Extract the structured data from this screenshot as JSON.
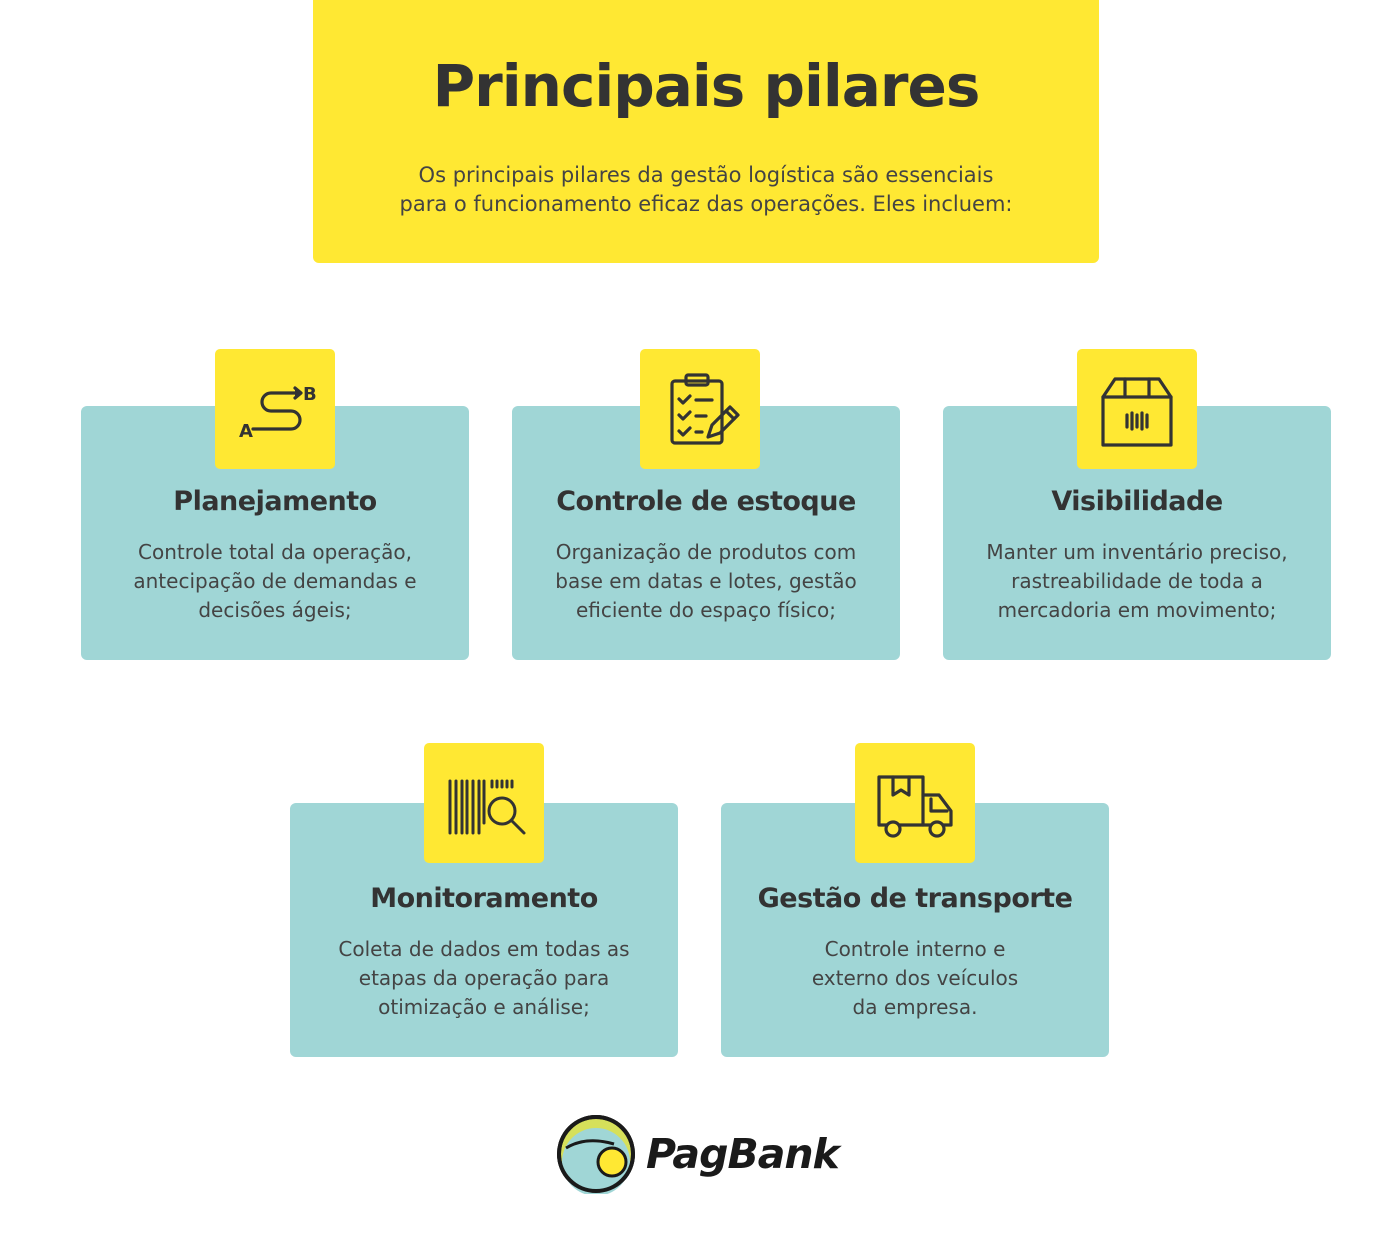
{
  "header": {
    "title": "Principais pilares",
    "subtitle": "Os principais pilares da gestão logística são essenciais\npara o funcionamento eficaz das operações. Eles incluem:"
  },
  "cards": [
    {
      "title": "Planejamento",
      "text": "Controle total da operação,\nantecipação de demandas e\ndecisões ágeis;",
      "icon": "route-a-to-b-icon",
      "icon_letters": [
        "A",
        "B"
      ]
    },
    {
      "title": "Controle de estoque",
      "text": "Organização de produtos com\nbase em datas e lotes, gestão\neficiente do espaço físico;",
      "icon": "clipboard-checklist-icon"
    },
    {
      "title": "Visibilidade",
      "text": "Manter um inventário preciso,\nrastreabilidade de toda a\nmercadoria em movimento;",
      "icon": "barcode-box-icon"
    },
    {
      "title": "Monitoramento",
      "text": "Coleta de dados em todas as\netapas da operação para\notimização e análise;",
      "icon": "barcode-search-icon"
    },
    {
      "title": "Gestão de transporte",
      "text": "Controle interno e\nexterno dos veículos\nda empresa.",
      "icon": "delivery-truck-icon"
    }
  ],
  "logo": {
    "text": "PagBank"
  },
  "colors": {
    "yellow": "#ffe833",
    "teal": "#a0d6d6",
    "text": "#333333"
  }
}
